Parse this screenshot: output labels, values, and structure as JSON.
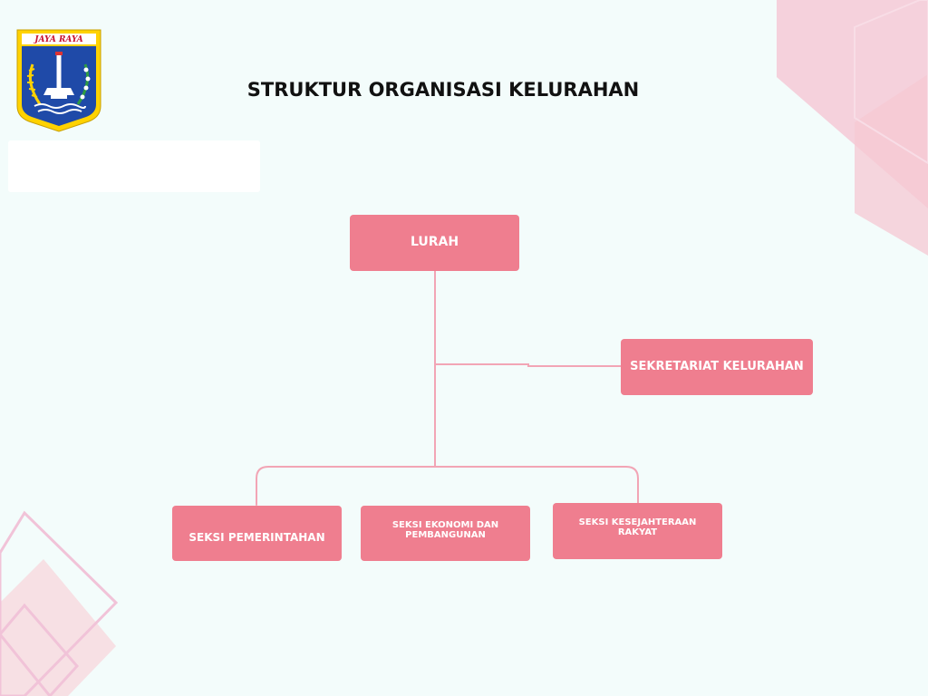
{
  "logo": {
    "motto": "JAYA  RAYA"
  },
  "title": "STRUKTUR ORGANISASI KELURAHAN",
  "org_chart": {
    "root": "LURAH",
    "staff": "SEKRETARIAT KELURAHAN",
    "sections": [
      "SEKSI PEMERINTAHAN",
      "SEKSI EKONOMI DAN PEMBANGUNAN",
      "SEKSI KESEJAHTERAAN RAKYAT"
    ]
  },
  "colors": {
    "background": "#f3fcfb",
    "node_fill": "#ef7e8f",
    "node_text": "#ffffff",
    "connector": "#f2a5b5",
    "decoration_pink": "#f4c9d6",
    "title_text": "#111111"
  }
}
